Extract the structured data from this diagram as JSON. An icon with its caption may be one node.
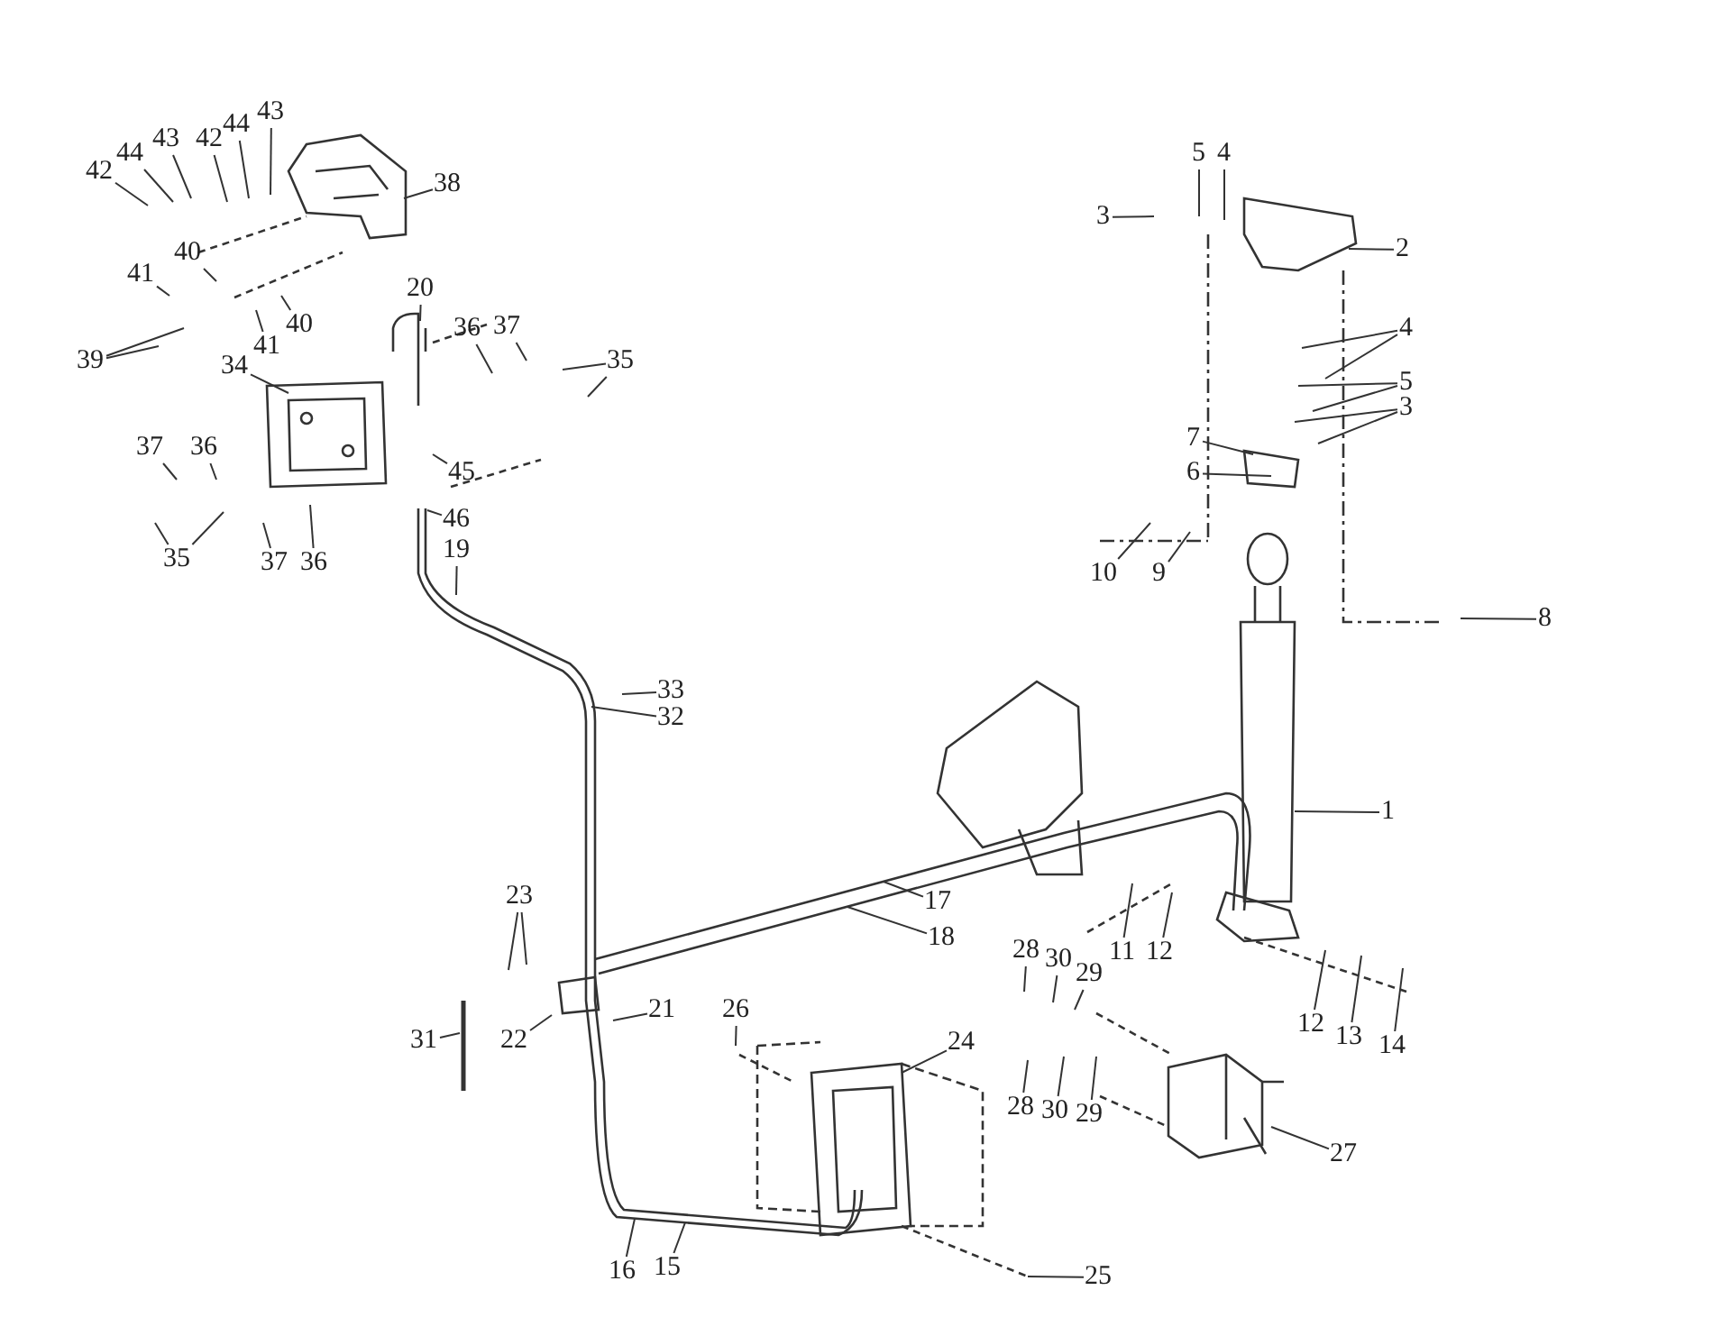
{
  "diagram": {
    "nodes": [
      {
        "text": [
          "42"
        ]
      },
      {
        "text": [
          "44"
        ]
      },
      {
        "text": [
          "43"
        ]
      },
      {
        "text": [
          "42"
        ]
      },
      {
        "text": [
          "44"
        ]
      },
      {
        "text": [
          "43"
        ]
      },
      {
        "text": [
          "38"
        ]
      },
      {
        "text": [
          "40"
        ]
      },
      {
        "text": [
          "41"
        ]
      },
      {
        "text": [
          "39"
        ]
      },
      {
        "text": [
          "41"
        ]
      },
      {
        "text": [
          "40"
        ]
      },
      {
        "text": [
          "20"
        ]
      },
      {
        "text": [
          "36"
        ]
      },
      {
        "text": [
          "37"
        ]
      },
      {
        "text": [
          "35"
        ]
      },
      {
        "text": [
          "34"
        ]
      },
      {
        "text": [
          "37"
        ]
      },
      {
        "text": [
          "36"
        ]
      },
      {
        "text": [
          "45"
        ]
      },
      {
        "text": [
          "46"
        ]
      },
      {
        "text": [
          "19"
        ]
      },
      {
        "text": [
          "35"
        ]
      },
      {
        "text": [
          "37"
        ]
      },
      {
        "text": [
          "36"
        ]
      },
      {
        "text": [
          "5"
        ]
      },
      {
        "text": [
          "4"
        ]
      },
      {
        "text": [
          "3"
        ]
      },
      {
        "text": [
          "2"
        ]
      },
      {
        "text": [
          "4"
        ]
      },
      {
        "text": [
          "5"
        ]
      },
      {
        "text": [
          "3"
        ]
      },
      {
        "text": [
          "7"
        ]
      },
      {
        "text": [
          "6"
        ]
      },
      {
        "text": [
          "10"
        ]
      },
      {
        "text": [
          "9"
        ]
      },
      {
        "text": [
          "8"
        ]
      },
      {
        "text": [
          "33"
        ]
      },
      {
        "text": [
          "32"
        ]
      },
      {
        "text": [
          "1"
        ]
      },
      {
        "text": [
          "17"
        ]
      },
      {
        "text": [
          "18"
        ]
      },
      {
        "text": [
          "23"
        ]
      },
      {
        "text": [
          "11"
        ]
      },
      {
        "text": [
          "12"
        ]
      },
      {
        "text": [
          "28"
        ]
      },
      {
        "text": [
          "30"
        ]
      },
      {
        "text": [
          "29"
        ]
      },
      {
        "text": [
          "12"
        ]
      },
      {
        "text": [
          "13"
        ]
      },
      {
        "text": [
          "14"
        ]
      },
      {
        "text": [
          "31"
        ]
      },
      {
        "text": [
          "22"
        ]
      },
      {
        "text": [
          "21"
        ]
      },
      {
        "text": [
          "26"
        ]
      },
      {
        "text": [
          "24"
        ]
      },
      {
        "text": [
          "28"
        ]
      },
      {
        "text": [
          "30"
        ]
      },
      {
        "text": [
          "29"
        ]
      },
      {
        "text": [
          "27"
        ]
      },
      {
        "text": [
          "16"
        ]
      },
      {
        "text": [
          "15"
        ]
      },
      {
        "text": [
          "25"
        ]
      }
    ],
    "edges": [
      {
        "from": 0,
        "to": null,
        "arrow": "none"
      },
      {
        "from": 1,
        "to": null,
        "arrow": "none"
      },
      {
        "from": 2,
        "to": null,
        "arrow": "none"
      },
      {
        "from": 3,
        "to": null,
        "arrow": "none"
      },
      {
        "from": 4,
        "to": null,
        "arrow": "none"
      },
      {
        "from": 5,
        "to": null,
        "arrow": "none"
      },
      {
        "from": 6,
        "to": null,
        "arrow": "none"
      },
      {
        "from": 7,
        "to": null,
        "arrow": "none"
      },
      {
        "from": 8,
        "to": null,
        "arrow": "none"
      },
      {
        "from": 9,
        "to": null,
        "arrow": "none"
      },
      {
        "from": 9,
        "to": null,
        "arrow": "none"
      },
      {
        "from": 10,
        "to": null,
        "arrow": "none"
      },
      {
        "from": 11,
        "to": null,
        "arrow": "none"
      },
      {
        "from": 12,
        "to": null,
        "arrow": "none"
      },
      {
        "from": 13,
        "to": null,
        "arrow": "none"
      },
      {
        "from": 14,
        "to": null,
        "arrow": "none"
      },
      {
        "from": 15,
        "to": null,
        "arrow": "none"
      },
      {
        "from": 15,
        "to": null,
        "arrow": "none"
      },
      {
        "from": 16,
        "to": null,
        "arrow": "none"
      },
      {
        "from": 17,
        "to": null,
        "arrow": "none"
      },
      {
        "from": 18,
        "to": null,
        "arrow": "none"
      },
      {
        "from": 19,
        "to": null,
        "arrow": "none"
      },
      {
        "from": 20,
        "to": null,
        "arrow": "none"
      },
      {
        "from": 21,
        "to": null,
        "arrow": "none"
      },
      {
        "from": 22,
        "to": null,
        "arrow": "none"
      },
      {
        "from": 22,
        "to": null,
        "arrow": "none"
      },
      {
        "from": 23,
        "to": null,
        "arrow": "none"
      },
      {
        "from": 24,
        "to": null,
        "arrow": "none"
      },
      {
        "from": 25,
        "to": null,
        "arrow": "none"
      },
      {
        "from": 26,
        "to": null,
        "arrow": "none"
      },
      {
        "from": 27,
        "to": null,
        "arrow": "none"
      },
      {
        "from": 28,
        "to": null,
        "arrow": "none"
      },
      {
        "from": 29,
        "to": null,
        "arrow": "none"
      },
      {
        "from": 29,
        "to": null,
        "arrow": "none"
      },
      {
        "from": 30,
        "to": null,
        "arrow": "none"
      },
      {
        "from": 30,
        "to": null,
        "arrow": "none"
      },
      {
        "from": 31,
        "to": null,
        "arrow": "none"
      },
      {
        "from": 31,
        "to": null,
        "arrow": "none"
      },
      {
        "from": 32,
        "to": null,
        "arrow": "none"
      },
      {
        "from": 33,
        "to": null,
        "arrow": "none"
      },
      {
        "from": 34,
        "to": null,
        "arrow": "none"
      },
      {
        "from": 35,
        "to": null,
        "arrow": "none"
      },
      {
        "from": 36,
        "to": null,
        "arrow": "none"
      },
      {
        "from": 37,
        "to": null,
        "arrow": "none"
      },
      {
        "from": 38,
        "to": null,
        "arrow": "none"
      },
      {
        "from": 39,
        "to": null,
        "arrow": "none"
      },
      {
        "from": 40,
        "to": null,
        "arrow": "none"
      },
      {
        "from": 41,
        "to": null,
        "arrow": "none"
      },
      {
        "from": 42,
        "to": null,
        "arrow": "none"
      },
      {
        "from": 42,
        "to": null,
        "arrow": "none"
      },
      {
        "from": 43,
        "to": null,
        "arrow": "none"
      },
      {
        "from": 44,
        "to": null,
        "arrow": "none"
      },
      {
        "from": 45,
        "to": null,
        "arrow": "none"
      },
      {
        "from": 46,
        "to": null,
        "arrow": "none"
      },
      {
        "from": 47,
        "to": null,
        "arrow": "none"
      },
      {
        "from": 48,
        "to": null,
        "arrow": "none"
      },
      {
        "from": 49,
        "to": null,
        "arrow": "none"
      },
      {
        "from": 50,
        "to": null,
        "arrow": "none"
      },
      {
        "from": 51,
        "to": null,
        "arrow": "none"
      },
      {
        "from": 52,
        "to": null,
        "arrow": "none"
      },
      {
        "from": 53,
        "to": null,
        "arrow": "none"
      },
      {
        "from": 54,
        "to": null,
        "arrow": "none"
      },
      {
        "from": 55,
        "to": null,
        "arrow": "none"
      },
      {
        "from": 56,
        "to": null,
        "arrow": "none"
      },
      {
        "from": 57,
        "to": null,
        "arrow": "none"
      },
      {
        "from": 58,
        "to": null,
        "arrow": "none"
      },
      {
        "from": 59,
        "to": null,
        "arrow": "none"
      },
      {
        "from": 60,
        "to": null,
        "arrow": "none"
      },
      {
        "from": 61,
        "to": null,
        "arrow": "none"
      },
      {
        "from": 62,
        "to": null,
        "arrow": "none"
      }
    ]
  }
}
